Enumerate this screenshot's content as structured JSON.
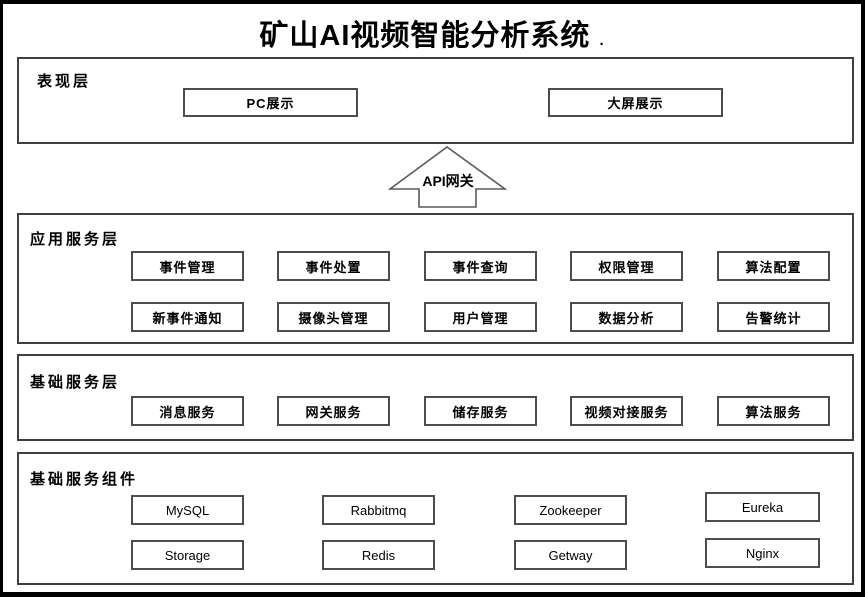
{
  "title": {
    "text": "矿山AI视频智能分析系统",
    "suffix": "."
  },
  "gateway_label": "API网关",
  "colors": {
    "frame": "#000000",
    "section_border": "#3f3f3f",
    "box_border": "#4d4d4d"
  },
  "sections": [
    {
      "label": "表现层",
      "boxes": [
        "PC展示",
        "大屏展示"
      ]
    },
    {
      "label": "应用服务层",
      "boxes": [
        "事件管理",
        "事件处置",
        "事件查询",
        "权限管理",
        "算法配置",
        "新事件通知",
        "摄像头管理",
        "用户管理",
        "数据分析",
        "告警统计"
      ]
    },
    {
      "label": "基础服务层",
      "boxes": [
        "消息服务",
        "网关服务",
        "储存服务",
        "视频对接服务",
        "算法服务"
      ]
    },
    {
      "label": "基础服务组件",
      "boxes": [
        "MySQL",
        "Rabbitmq",
        "Zookeeper",
        "Eureka",
        "Storage",
        "Redis",
        "Getway",
        "Nginx"
      ]
    }
  ]
}
